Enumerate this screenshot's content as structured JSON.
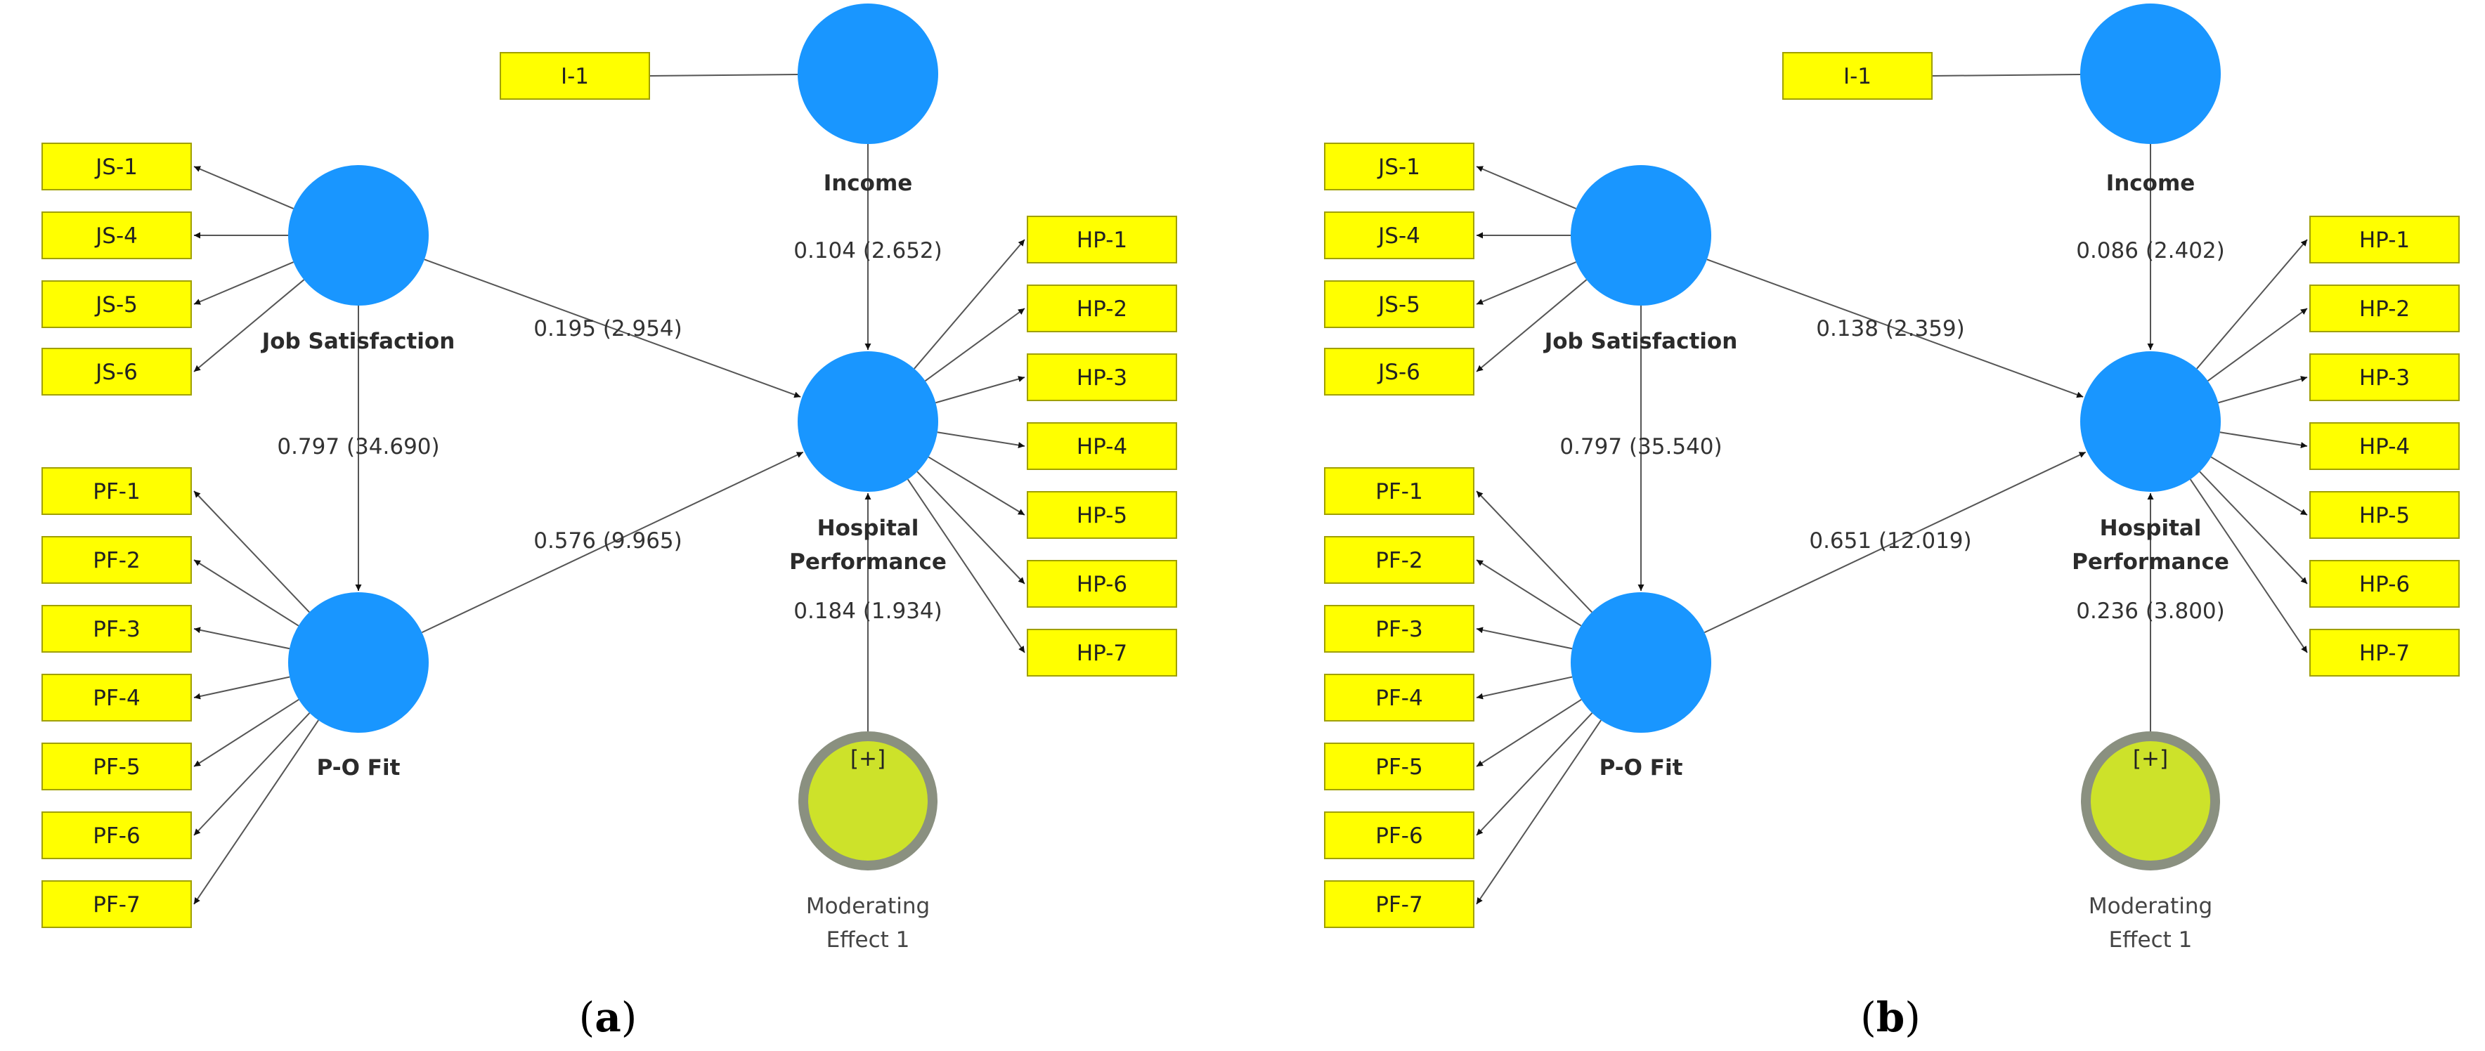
{
  "panels": [
    {
      "caption_open": "(",
      "caption_letter": "a",
      "caption_close": ")",
      "constructs": {
        "income": "Income",
        "job_satisfaction": "Job Satisfaction",
        "po_fit": "P-O Fit",
        "hospital_performance_1": "Hospital",
        "hospital_performance_2": "Performance",
        "moderating_1": "Moderating",
        "moderating_2": "Effect 1",
        "moderator_symbol": "[+]"
      },
      "paths": {
        "income_to_hp": "0.104 (2.652)",
        "js_to_hp": "0.195 (2.954)",
        "js_to_pof": "0.797 (34.690)",
        "pof_to_hp": "0.576 (9.965)",
        "mod_to_hp": "0.184 (1.934)"
      },
      "indicators": {
        "income": [
          "I-1"
        ],
        "job_satisfaction": [
          "JS-1",
          "JS-4",
          "JS-5",
          "JS-6"
        ],
        "po_fit": [
          "PF-1",
          "PF-2",
          "PF-3",
          "PF-4",
          "PF-5",
          "PF-6",
          "PF-7"
        ],
        "hospital_performance": [
          "HP-1",
          "HP-2",
          "HP-3",
          "HP-4",
          "HP-5",
          "HP-6",
          "HP-7"
        ]
      }
    },
    {
      "caption_open": "(",
      "caption_letter": "b",
      "caption_close": ")",
      "constructs": {
        "income": "Income",
        "job_satisfaction": "Job Satisfaction",
        "po_fit": "P-O Fit",
        "hospital_performance_1": "Hospital",
        "hospital_performance_2": "Performance",
        "moderating_1": "Moderating",
        "moderating_2": "Effect 1",
        "moderator_symbol": "[+]"
      },
      "paths": {
        "income_to_hp": "0.086 (2.402)",
        "js_to_hp": "0.138 (2.359)",
        "js_to_pof": "0.797 (35.540)",
        "pof_to_hp": "0.651 (12.019)",
        "mod_to_hp": "0.236 (3.800)"
      },
      "indicators": {
        "income": [
          "I-1"
        ],
        "job_satisfaction": [
          "JS-1",
          "JS-4",
          "JS-5",
          "JS-6"
        ],
        "po_fit": [
          "PF-1",
          "PF-2",
          "PF-3",
          "PF-4",
          "PF-5",
          "PF-6",
          "PF-7"
        ],
        "hospital_performance": [
          "HP-1",
          "HP-2",
          "HP-3",
          "HP-4",
          "HP-5",
          "HP-6",
          "HP-7"
        ]
      }
    }
  ],
  "colors": {
    "latent_variable": "#1996ff",
    "indicator_fill": "#ffff00",
    "moderator_fill": "#cde22a",
    "moderator_ring": "#8a9080"
  }
}
